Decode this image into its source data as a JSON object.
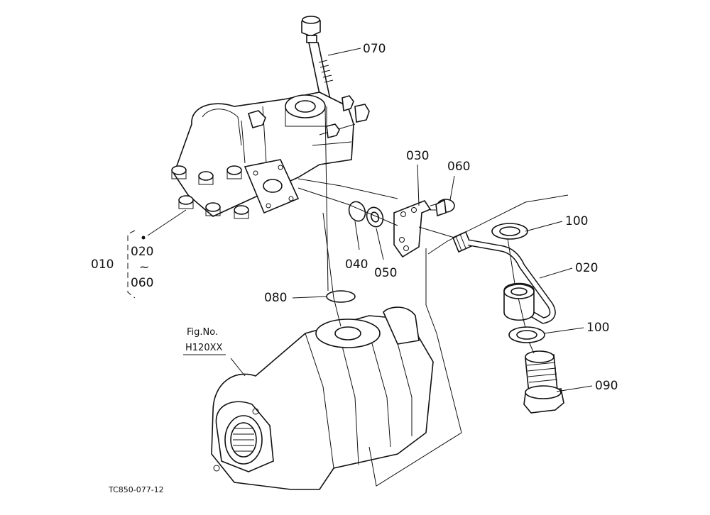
{
  "parts": {
    "p070": "070",
    "p030": "030",
    "p060": "060",
    "p100a": "100",
    "p020b": "020",
    "p100b": "100",
    "p090": "090",
    "p040": "040",
    "p050": "050",
    "p080": "080",
    "p010": "010",
    "p020": "020",
    "tilde": "~",
    "p060b": "060"
  },
  "figref": {
    "line1": "Fig.No.",
    "line2": "H120XX"
  },
  "caption": "TC850-077-12"
}
